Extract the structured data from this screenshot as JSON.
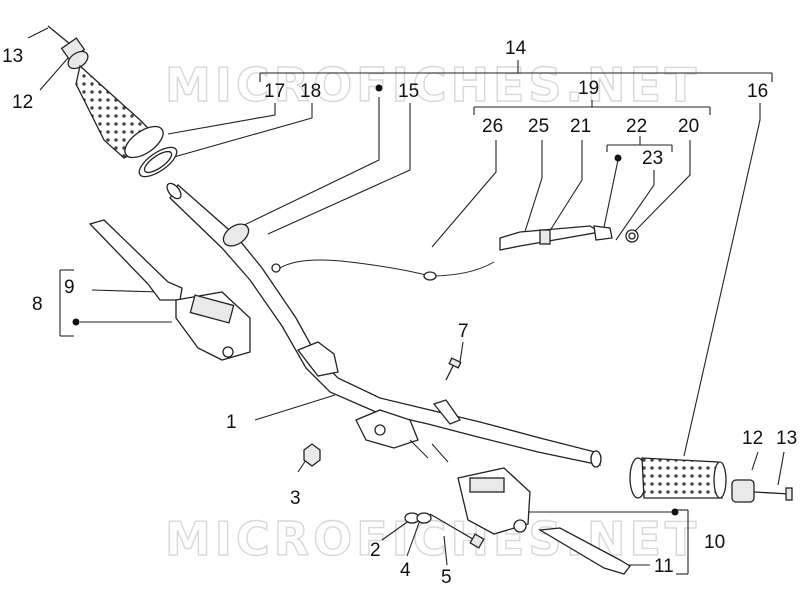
{
  "watermark": "MICROFICHES.NET",
  "callouts": {
    "c1": "1",
    "c2": "2",
    "c3": "3",
    "c4": "4",
    "c5": "5",
    "c7": "7",
    "c8": "8",
    "c9": "9",
    "c10": "10",
    "c11": "11",
    "c12_left": "12",
    "c12_right": "12",
    "c13_left": "13",
    "c13_right": "13",
    "c14": "14",
    "c15": "15",
    "c16": "16",
    "c17": "17",
    "c18": "18",
    "c19": "19",
    "c20": "20",
    "c21": "21",
    "c22": "22",
    "c23": "23",
    "c25": "25",
    "c26": "26"
  }
}
